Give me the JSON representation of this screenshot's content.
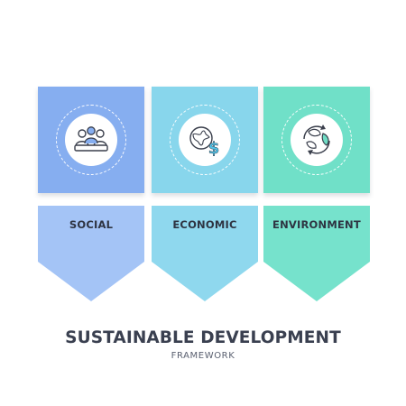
{
  "title": "SUSTAINABLE DEVELOPMENT",
  "subtitle": "FRAMEWORK",
  "pillars": [
    {
      "label": "SOCIAL",
      "icon": "people-meeting-icon",
      "color": "#86aef0",
      "bottom_color": "#a4c4f6"
    },
    {
      "label": "ECONOMIC",
      "icon": "globe-dollar-icon",
      "color": "#88d6ec",
      "bottom_color": "#8fd8ee"
    },
    {
      "label": "ENVIRONMENT",
      "icon": "recycle-leaves-icon",
      "color": "#70e0c8",
      "bottom_color": "#76e2cc"
    }
  ]
}
